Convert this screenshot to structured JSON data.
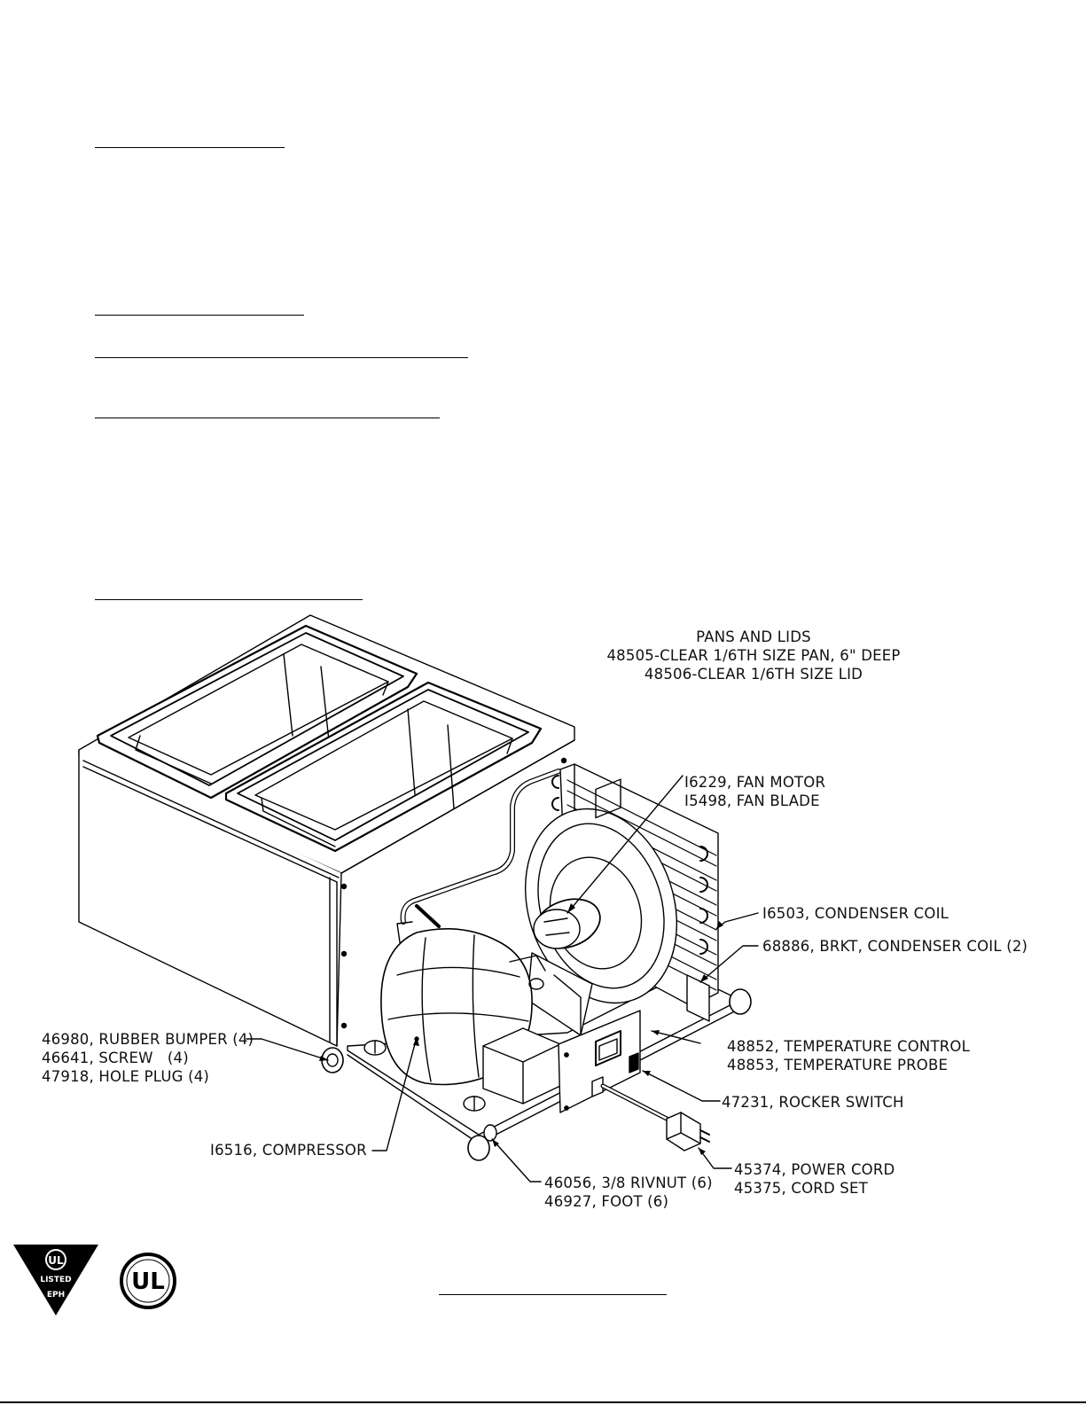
{
  "labels": {
    "pans_lids": {
      "title": "PANS AND LIDS",
      "line1": "48505-CLEAR 1/6TH SIZE PAN, 6\" DEEP",
      "line2": "48506-CLEAR 1/6TH SIZE LID"
    },
    "fan": {
      "line1": "I6229, FAN MOTOR",
      "line2": "I5498, FAN BLADE"
    },
    "condenser_coil": "I6503, CONDENSER COIL",
    "condenser_bracket": "68886, BRKT, CONDENSER COIL (2)",
    "temperature": {
      "line1": "48852, TEMPERATURE CONTROL",
      "line2": "48853, TEMPERATURE PROBE"
    },
    "rocker_switch": "47231, ROCKER SWITCH",
    "power_cord": {
      "line1": "45374, POWER CORD",
      "line2": "45375, CORD SET"
    },
    "rivnut_foot": {
      "line1": "46056, 3/8 RIVNUT (6)",
      "line2": "46927, FOOT (6)"
    },
    "compressor": "I6516, COMPRESSOR",
    "bumper": {
      "line1": "46980, RUBBER BUMPER (4)",
      "line2": "46641, SCREW   (4)",
      "line3": "47918, HOLE PLUG (4)"
    }
  },
  "logos": {
    "ul_listed_mark": {
      "top": "UL",
      "mid": "LISTED",
      "bottom": "EPH"
    },
    "ul_mark": {
      "text": "UL"
    }
  },
  "colors": {
    "ink": "#000000",
    "background": "#ffffff"
  }
}
